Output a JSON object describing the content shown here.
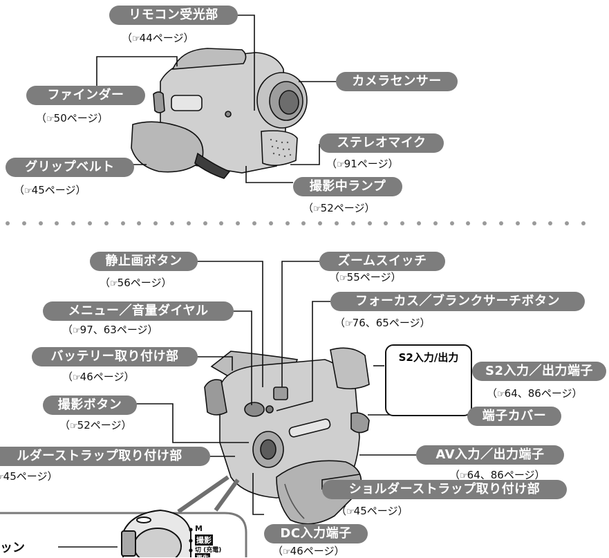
{
  "ref_icon": "☞",
  "top_section": {
    "labels": [
      {
        "text": "リモコン受光部",
        "ref": "44ページ"
      },
      {
        "text": "カメラセンサー",
        "ref": ""
      },
      {
        "text": "ファインダー",
        "ref": "50ページ"
      },
      {
        "text": "ステレオマイク",
        "ref": "91ページ"
      },
      {
        "text": "グリップベルト",
        "ref": "45ページ"
      },
      {
        "text": "撮影中ランプ",
        "ref": "52ページ"
      }
    ]
  },
  "bottom_section": {
    "labels": [
      {
        "text": "静止画ボタン",
        "ref": "56ページ"
      },
      {
        "text": "ズームスイッチ",
        "ref": "55ページ"
      },
      {
        "text": "フォーカス／ブランクサーチボタン",
        "ref": "76、65ページ"
      },
      {
        "text": "メニュー／音量ダイヤル",
        "ref": "97、63ページ"
      },
      {
        "text": "バッテリー取り付け部",
        "ref": "46ページ"
      },
      {
        "text": "S2入力／出力端子",
        "ref": "64、86ページ"
      },
      {
        "text": "撮影ボタン",
        "ref": "52ページ"
      },
      {
        "text": "端子カバー",
        "ref": ""
      },
      {
        "text": "ルダーストラップ取り付け部",
        "ref": "45ページ"
      },
      {
        "text": "AV入力／出力端子",
        "ref": "64、86ページ"
      },
      {
        "text": "ショルダーストラップ取り付け部",
        "ref": "45ページ"
      },
      {
        "text": "DC入力端子",
        "ref": "46ページ"
      }
    ],
    "s2_inset_label": "S2入力/出力",
    "partial_label": "ッン",
    "mode_dial": {
      "mode_m": "M",
      "mode_shoot": "撮影",
      "mode_off": "切 (充電)",
      "mode_play": "再生"
    }
  },
  "colors": {
    "pill_bg": "#7d7d7d",
    "pill_text": "#ffffff",
    "line": "#111111",
    "dots": "#9a9a9a"
  }
}
